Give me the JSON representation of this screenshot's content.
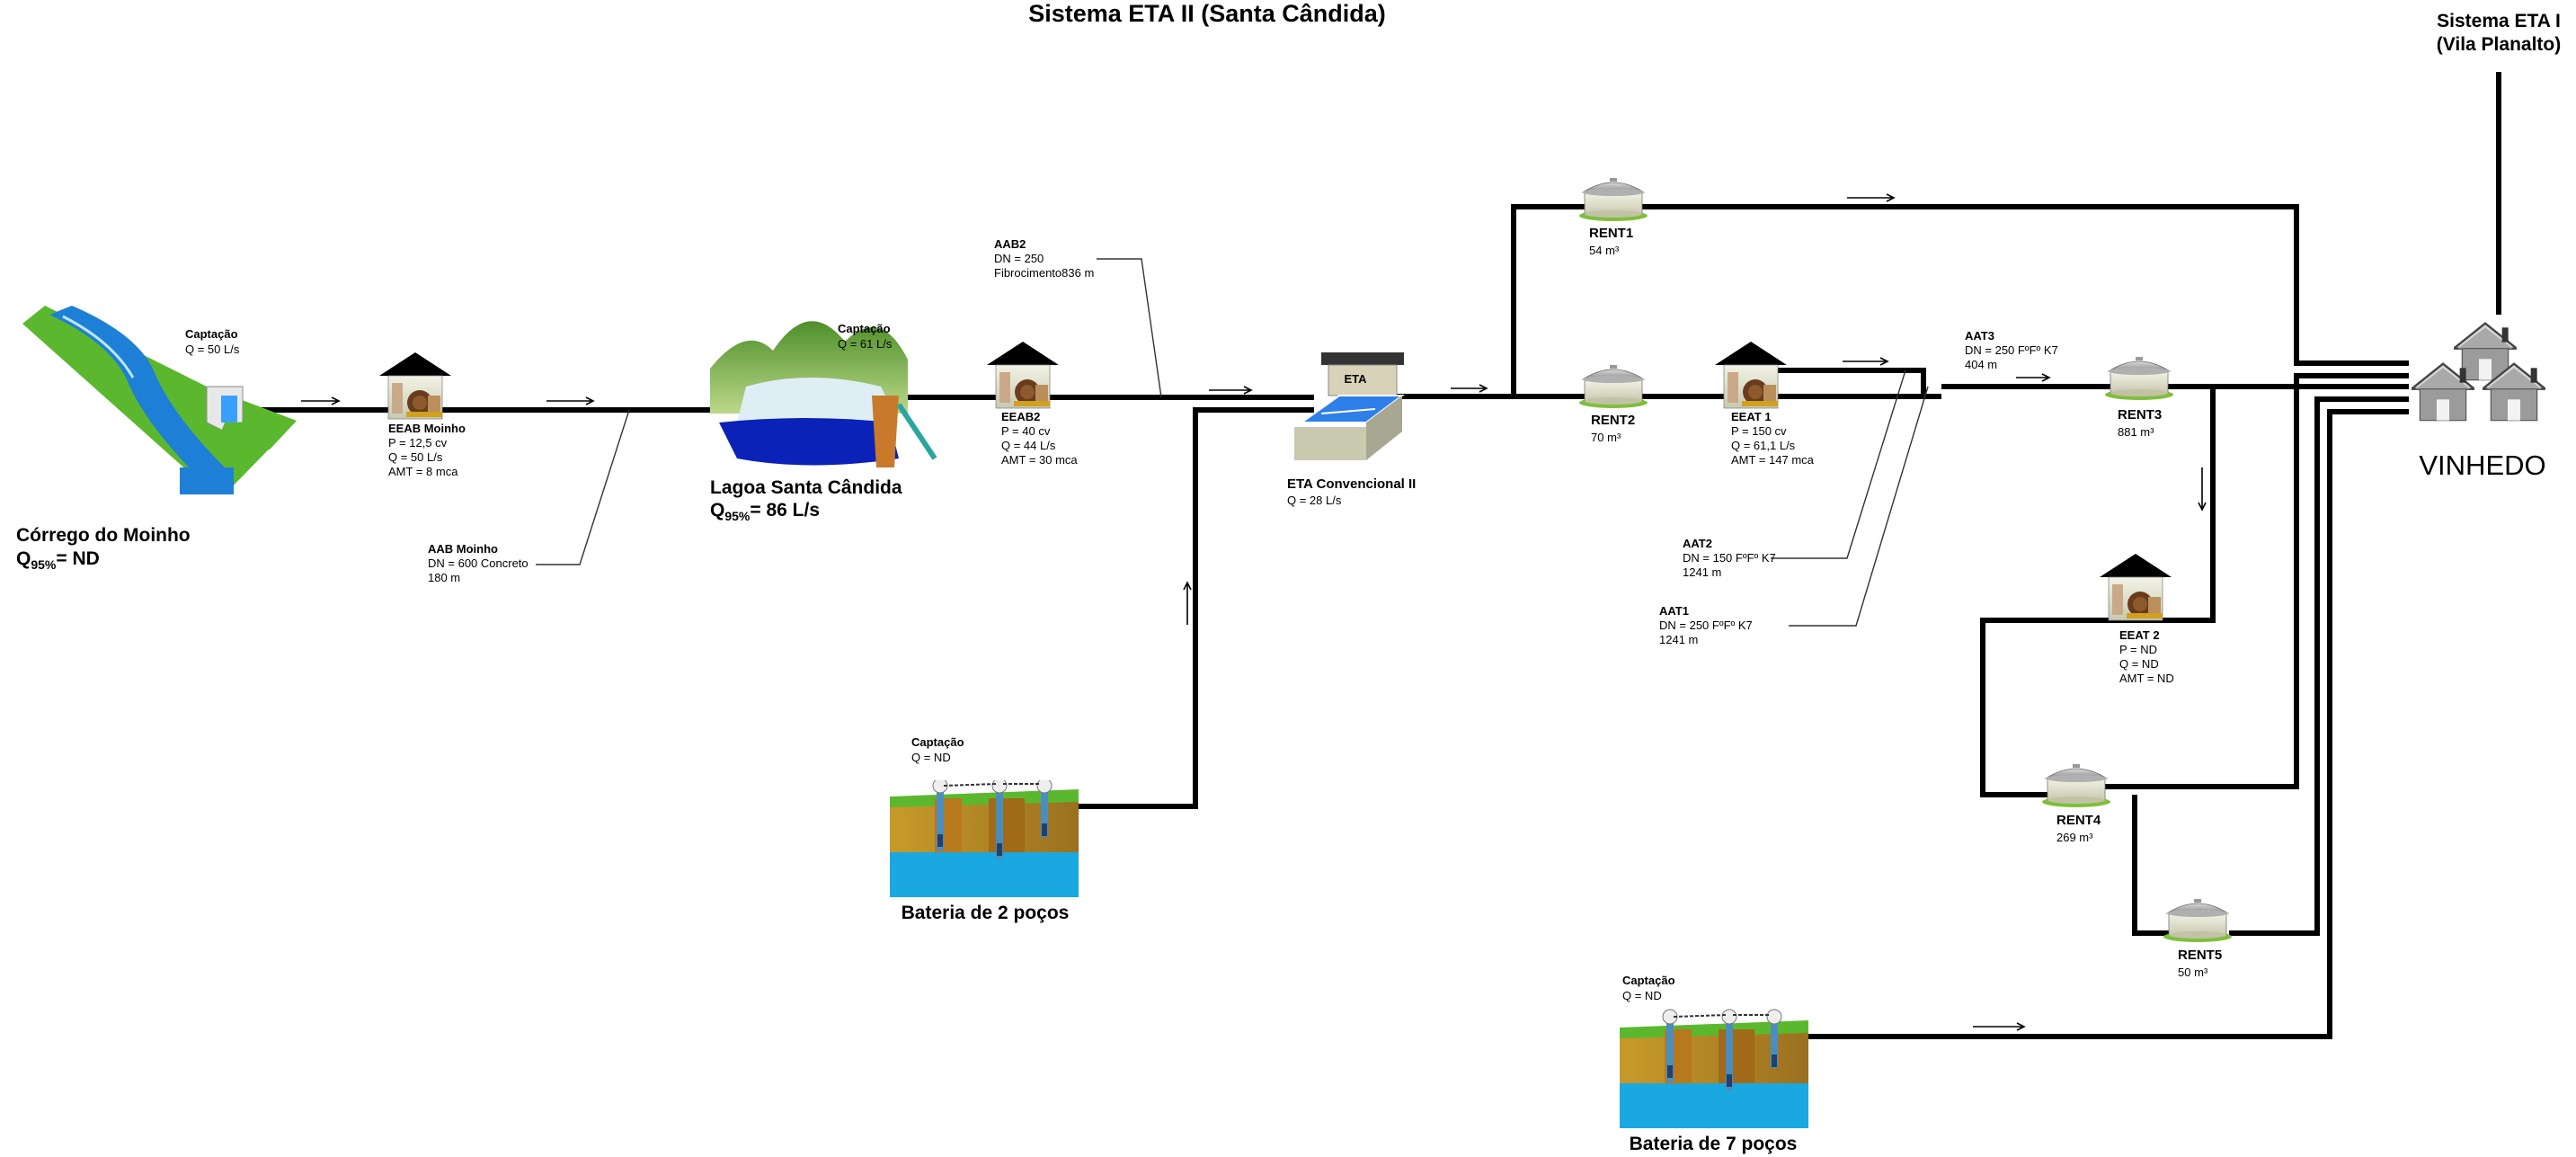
{
  "title": "Sistema ETA II (Santa Cândida)",
  "eta1": {
    "line1": "Sistema ETA I",
    "line2": "(Vila Planalto)"
  },
  "city": "VINHEDO",
  "corrego": {
    "name": "Córrego do Moinho",
    "q_main": "Q",
    "q_sub": "95%",
    "q_rest": "= ND"
  },
  "lagoa": {
    "name": "Lagoa Santa Cândida",
    "q_main": "Q",
    "q_sub": "95%",
    "q_rest": "= 86 L/s"
  },
  "captacao1": {
    "label": "Captação",
    "value": "Q = 50 L/s"
  },
  "captacao2": {
    "label": "Captação",
    "value": "Q = 61 L/s"
  },
  "captacao3": {
    "label": "Captação",
    "value": "Q = ND"
  },
  "captacao4": {
    "label": "Captação",
    "value": "Q = ND"
  },
  "eeab_moinho": {
    "name": "EEAB Moinho",
    "lines": [
      "P = 12,5 cv",
      "Q = 50 L/s",
      "AMT = 8 mca"
    ]
  },
  "aab_moinho": {
    "name": "AAB Moinho",
    "lines": [
      "DN = 600 Concreto",
      "180 m"
    ]
  },
  "eeab2": {
    "name": "EEAB2",
    "lines": [
      "P = 40 cv",
      "Q = 44 L/s",
      "AMT = 30 mca"
    ]
  },
  "aab2": {
    "name": "AAB2",
    "lines": [
      "DN = 250",
      "Fibrocimento836 m"
    ]
  },
  "eta": {
    "sign": "ETA",
    "name": "ETA Convencional II",
    "value": "Q = 28 L/s"
  },
  "rent1": {
    "name": "RENT1",
    "volume": "54 m³"
  },
  "rent2": {
    "name": "RENT2",
    "volume": "70 m³"
  },
  "rent3": {
    "name": "RENT3",
    "volume": "881 m³"
  },
  "rent4": {
    "name": "RENT4",
    "volume": "269 m³"
  },
  "rent5": {
    "name": "RENT5",
    "volume": "50 m³"
  },
  "eeat1": {
    "name": "EEAT 1",
    "lines": [
      "P = 150 cv",
      "Q = 61,1 L/s",
      "AMT = 147 mca"
    ]
  },
  "eeat2": {
    "name": "EEAT 2",
    "lines": [
      "P = ND",
      "Q = ND",
      "AMT = ND"
    ]
  },
  "aat1": {
    "name": "AAT1",
    "lines": [
      "DN = 250 FºFº K7",
      "1241 m"
    ]
  },
  "aat2": {
    "name": "AAT2",
    "lines": [
      "DN = 150 FºFº K7",
      "1241 m"
    ]
  },
  "aat3": {
    "name": "AAT3",
    "lines": [
      "DN = 250 FºFº K7",
      "404 m"
    ]
  },
  "bateria2": {
    "name": "Bateria de 2 poços"
  },
  "bateria7": {
    "name": "Bateria de 7 poços"
  },
  "colors": {
    "pipe": "#000000",
    "grass": "#5bb82e",
    "water": "#1e7fd6",
    "tank": "#dcdcc8",
    "roof": "#000000",
    "house": "#8a8a8a"
  },
  "icons": [
    "river-icon",
    "pump-house-icon",
    "lagoon-icon",
    "treatment-plant-icon",
    "reservoir-icon",
    "well-field-icon",
    "city-houses-icon",
    "flow-arrow-icon"
  ]
}
